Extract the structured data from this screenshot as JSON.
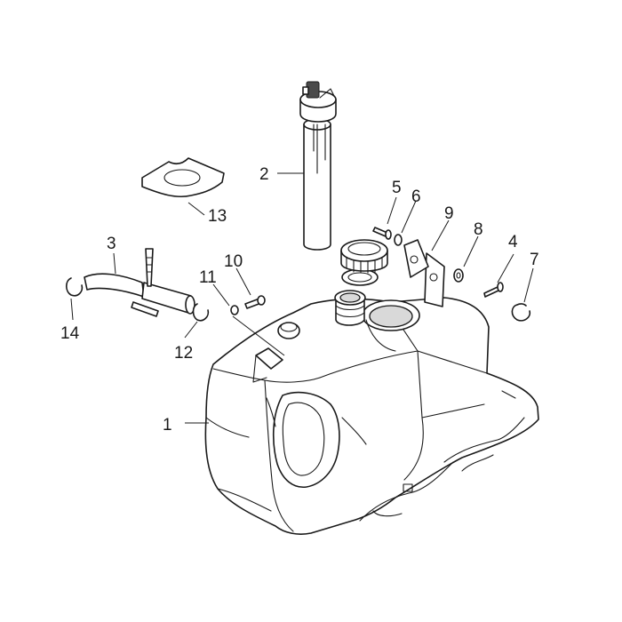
{
  "colors": {
    "line": "#1a1a1a",
    "fill": "#ffffff",
    "shade": "#d9d9d9"
  },
  "callouts": [
    {
      "id": "c1",
      "label": "1"
    },
    {
      "id": "c2",
      "label": "2"
    },
    {
      "id": "c3",
      "label": "3"
    },
    {
      "id": "c4",
      "label": "4"
    },
    {
      "id": "c5",
      "label": "5"
    },
    {
      "id": "c6",
      "label": "6"
    },
    {
      "id": "c7",
      "label": "7"
    },
    {
      "id": "c8",
      "label": "8"
    },
    {
      "id": "c9",
      "label": "9"
    },
    {
      "id": "c10",
      "label": "10"
    },
    {
      "id": "c11",
      "label": "11"
    },
    {
      "id": "c12",
      "label": "12"
    },
    {
      "id": "c13",
      "label": "13"
    },
    {
      "id": "c14",
      "label": "14"
    }
  ]
}
